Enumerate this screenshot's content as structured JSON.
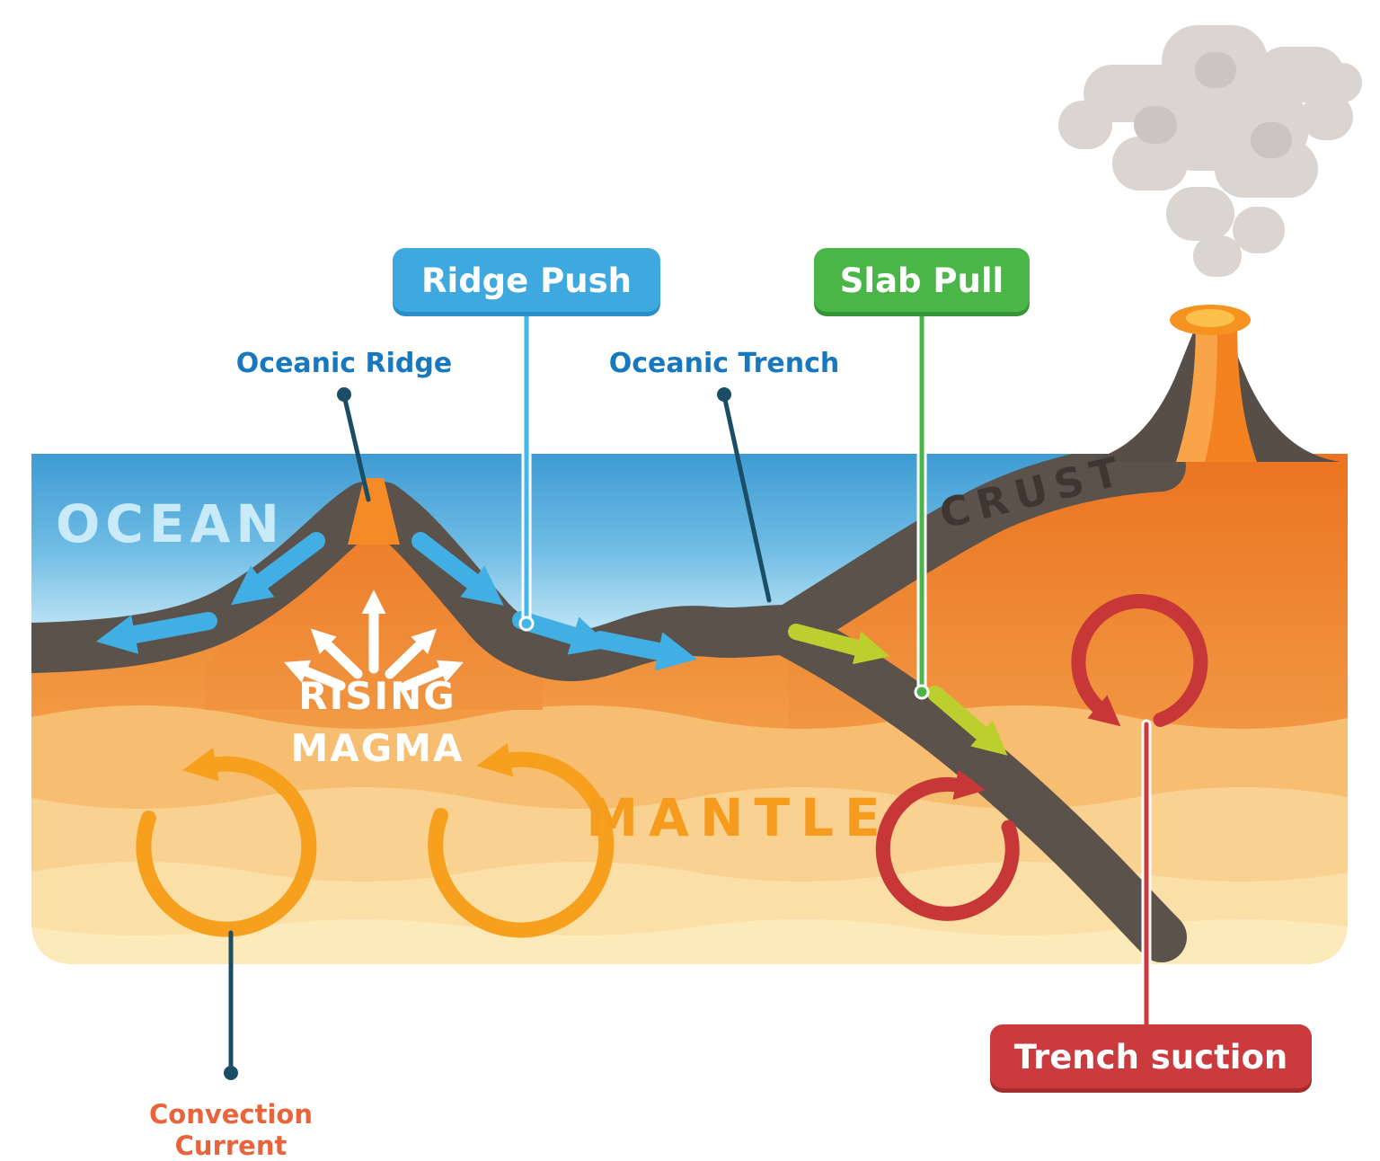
{
  "diagram": {
    "region_labels": {
      "ocean": "OCEAN",
      "crust": "CRUST",
      "mantle": "MANTLE"
    },
    "annotations": {
      "rising_magma_line1": "RISING",
      "rising_magma_line2": "MAGMA",
      "oceanic_ridge": "Oceanic Ridge",
      "oceanic_trench": "Oceanic Trench",
      "convection_line1": "Convection",
      "convection_line2": "Current"
    },
    "callouts": {
      "ridge_push": "Ridge Push",
      "slab_pull": "Slab Pull",
      "trench_suction": "Trench suction"
    },
    "colors": {
      "ridge_push_box": "#3FA9DF",
      "slab_pull_box": "#4BB648",
      "trench_suction_box": "#CB3A3C",
      "ocean_label": "#C9EAF8",
      "mantle_label": "#F59C1E",
      "crust_label": "#3E3731",
      "annotation_blue": "#1778BE",
      "convection_label_red": "#E8643C",
      "magma_text_white": "#FFFFFF",
      "plate_arrow_blue": "#41AEE4",
      "slab_arrow_green": "#BCCF2E",
      "convection_arrow_orange": "#F6A01E",
      "convection_arrow_red": "#C83737",
      "crust_fill": "#5B524C",
      "ocean_top": "#3E9BD3",
      "mantle_top": "#EC7620"
    }
  }
}
